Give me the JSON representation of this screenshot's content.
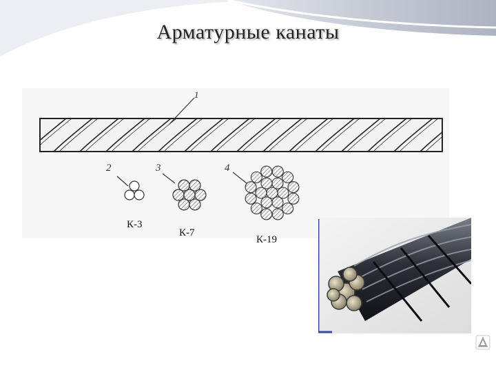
{
  "slide": {
    "title": "Арматурные канаты"
  },
  "drawing": {
    "callouts": [
      "1",
      "2",
      "3",
      "4"
    ],
    "labels": [
      "К-3",
      "К-7",
      "К-19"
    ]
  },
  "photo": {
    "subject": "steel-strand-photo"
  },
  "badge": {
    "icon": "presentation-logo-icon"
  },
  "colors": {
    "background": "#ffffff",
    "swoosh": "#c8ccd6",
    "ink": "#222222",
    "photo_border": "#3b4aa0"
  }
}
